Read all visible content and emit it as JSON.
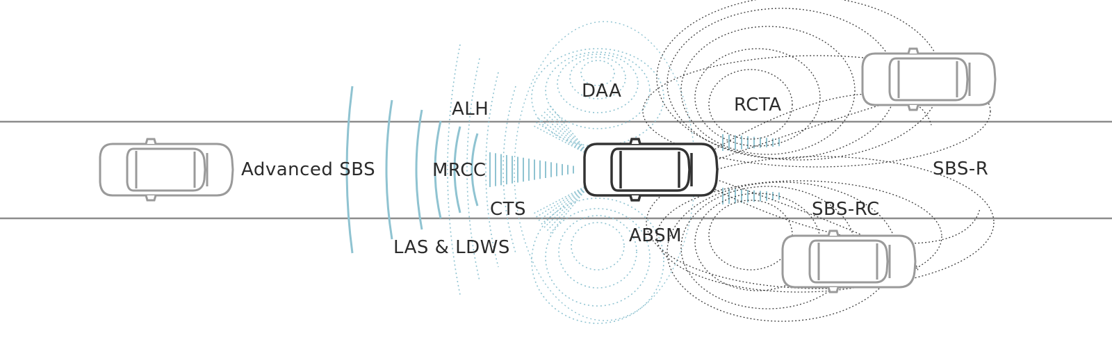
{
  "labels": {
    "advanced_sbs": "Advanced SBS",
    "mrcc": "MRCC",
    "alh": "ALH",
    "daa": "DAA",
    "rcta": "RCTA",
    "cts": "CTS",
    "las_ldws": "LAS & LDWS",
    "absm": "ABSM",
    "sbs_rc": "SBS-RC",
    "sbs_r": "SBS-R"
  },
  "colors": {
    "road_line": "#8c8c8c",
    "car_outline": "#9a9a9a",
    "ego_car_outline": "#333333",
    "front_sensor": "#8fc3d1",
    "rear_sensor": "#3a3a3a"
  }
}
